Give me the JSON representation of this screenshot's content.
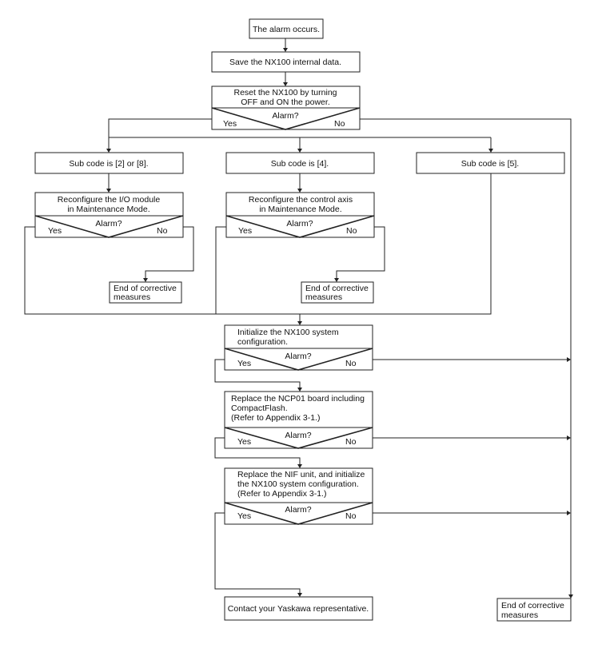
{
  "nodes": {
    "start": "The alarm occurs.",
    "save": "Save the NX100 internal data.",
    "reset": [
      "Reset the NX100 by turning",
      "OFF and ON the power."
    ],
    "sub_2_8": "Sub code is [2] or [8].",
    "sub_4": "Sub code is [4].",
    "sub_5": "Sub code is [5].",
    "reconf_io": [
      "Reconfigure the I/O module",
      "in Maintenance Mode."
    ],
    "reconf_axis": [
      "Reconfigure the control axis",
      "in Maintenance Mode."
    ],
    "end_left": [
      "End of corrective",
      "measures"
    ],
    "end_mid": [
      "End of corrective",
      "measures"
    ],
    "init_sys": [
      "Initialize the NX100 system",
      "configuration."
    ],
    "replace_ncp": [
      "Replace the NCP01 board including",
      "CompactFlash.",
      "(Refer to Appendix 3-1.)"
    ],
    "replace_nif": [
      "Replace the NIF unit, and initialize",
      "the NX100 system configuration.",
      "(Refer to Appendix 3-1.)"
    ],
    "contact": "Contact your Yaskawa representative.",
    "end_right": [
      "End of corrective",
      "measures"
    ]
  },
  "decision": {
    "question": "Alarm?",
    "yes": "Yes",
    "no": "No"
  }
}
